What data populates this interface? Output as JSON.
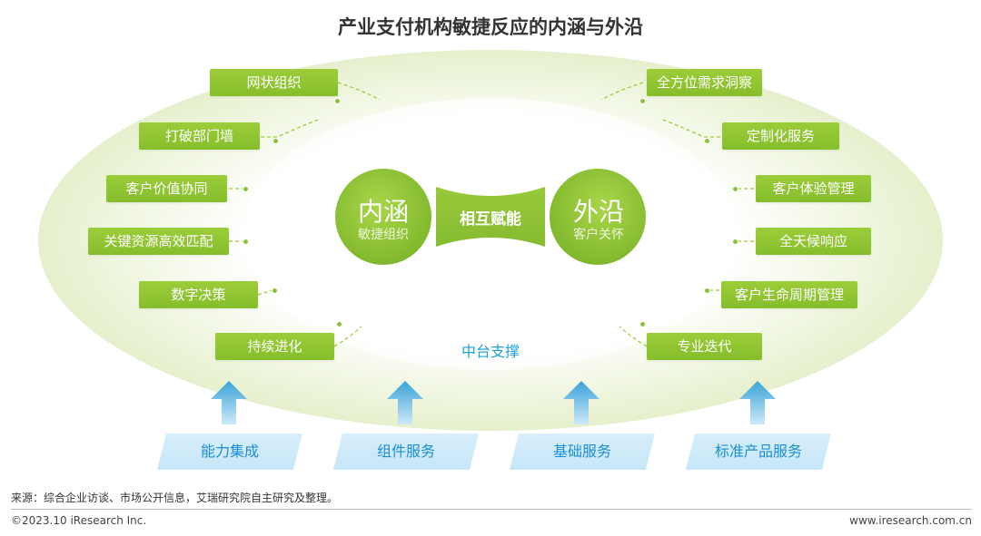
{
  "title": "产业支付机构敏捷反应的内涵与外沿",
  "center": {
    "left_big": "内涵",
    "left_small": "敏捷组织",
    "right_big": "外沿",
    "right_small": "客户关怀",
    "link": "相互赋能"
  },
  "left_tags": [
    "网状组织",
    "打破部门墙",
    "客户价值协同",
    "关键资源高效匹配",
    "数字决策",
    "持续进化"
  ],
  "right_tags": [
    "全方位需求洞察",
    "定制化服务",
    "客户体验管理",
    "全天候响应",
    "客户生命周期管理",
    "专业迭代"
  ],
  "mid_support": "中台支撑",
  "bases": [
    "能力集成",
    "组件服务",
    "基础服务",
    "标准产品服务"
  ],
  "footer": {
    "source": "来源：综合企业访谈、市场公开信息，艾瑞研究院自主研究及整理。",
    "copyright": "©2023.10 iResearch Inc.",
    "site": "www.iresearch.com.cn"
  },
  "colors": {
    "green": "#8cc23a",
    "blue_text": "#1a8fd0",
    "arrow_blue": "#3aa3d8"
  }
}
